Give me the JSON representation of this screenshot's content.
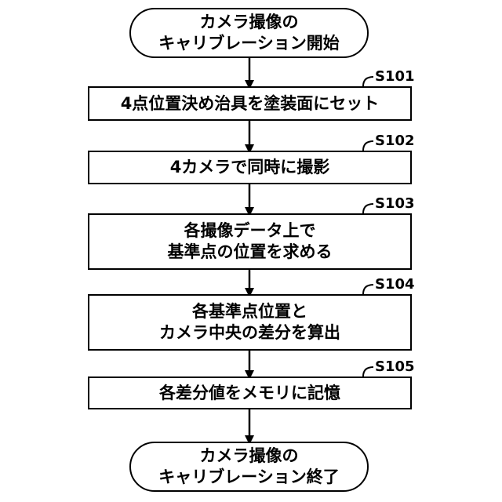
{
  "flowchart": {
    "start": {
      "lines": [
        "カメラ撮像の",
        "キャリブレーション開始"
      ]
    },
    "steps": [
      {
        "id": "S101",
        "lines": [
          "4点位置決め治具を塗装面にセット"
        ]
      },
      {
        "id": "S102",
        "lines": [
          "4カメラで同時に撮影"
        ]
      },
      {
        "id": "S103",
        "lines": [
          "各撮像データ上で",
          "基準点の位置を求める"
        ]
      },
      {
        "id": "S104",
        "lines": [
          "各基準点位置と",
          "カメラ中央の差分を算出"
        ]
      },
      {
        "id": "S105",
        "lines": [
          "各差分値をメモリに記憶"
        ]
      }
    ],
    "end": {
      "lines": [
        "カメラ撮像の",
        "キャリブレーション終了"
      ]
    }
  }
}
